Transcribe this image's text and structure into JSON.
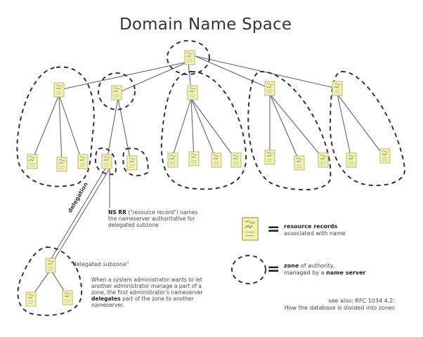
{
  "title": "Domain Name Space",
  "colors": {
    "node_fill": "#f4f4b0",
    "node_stroke": "#b8b870",
    "line": "#666666",
    "zone": "#333333"
  },
  "annotations": {
    "ns_rr": {
      "bold": "NS RR",
      "text": " (\"resource record\") names the nameserver authoritative for delegated subzone"
    },
    "delegation": "delegation",
    "delegated_subzone": "\"delegated subzone\"",
    "delegation_explain": {
      "pre": "When a system administrator wants to let another administrator manage a part of a zone, the first administrator's nameserver ",
      "bold": "delegates",
      "post": " part of the zone to another nameserver."
    }
  },
  "legend": {
    "resource_records": {
      "bold": "resource records",
      "text": "associated with name"
    },
    "zone": {
      "bold1": "zone",
      "text1": " of authority,",
      "text2": "managed by a ",
      "bold2": "name server"
    }
  },
  "see_also": {
    "line1": "see also: RFC 1034 4.2:",
    "line2": "How the database is divided into zones"
  }
}
